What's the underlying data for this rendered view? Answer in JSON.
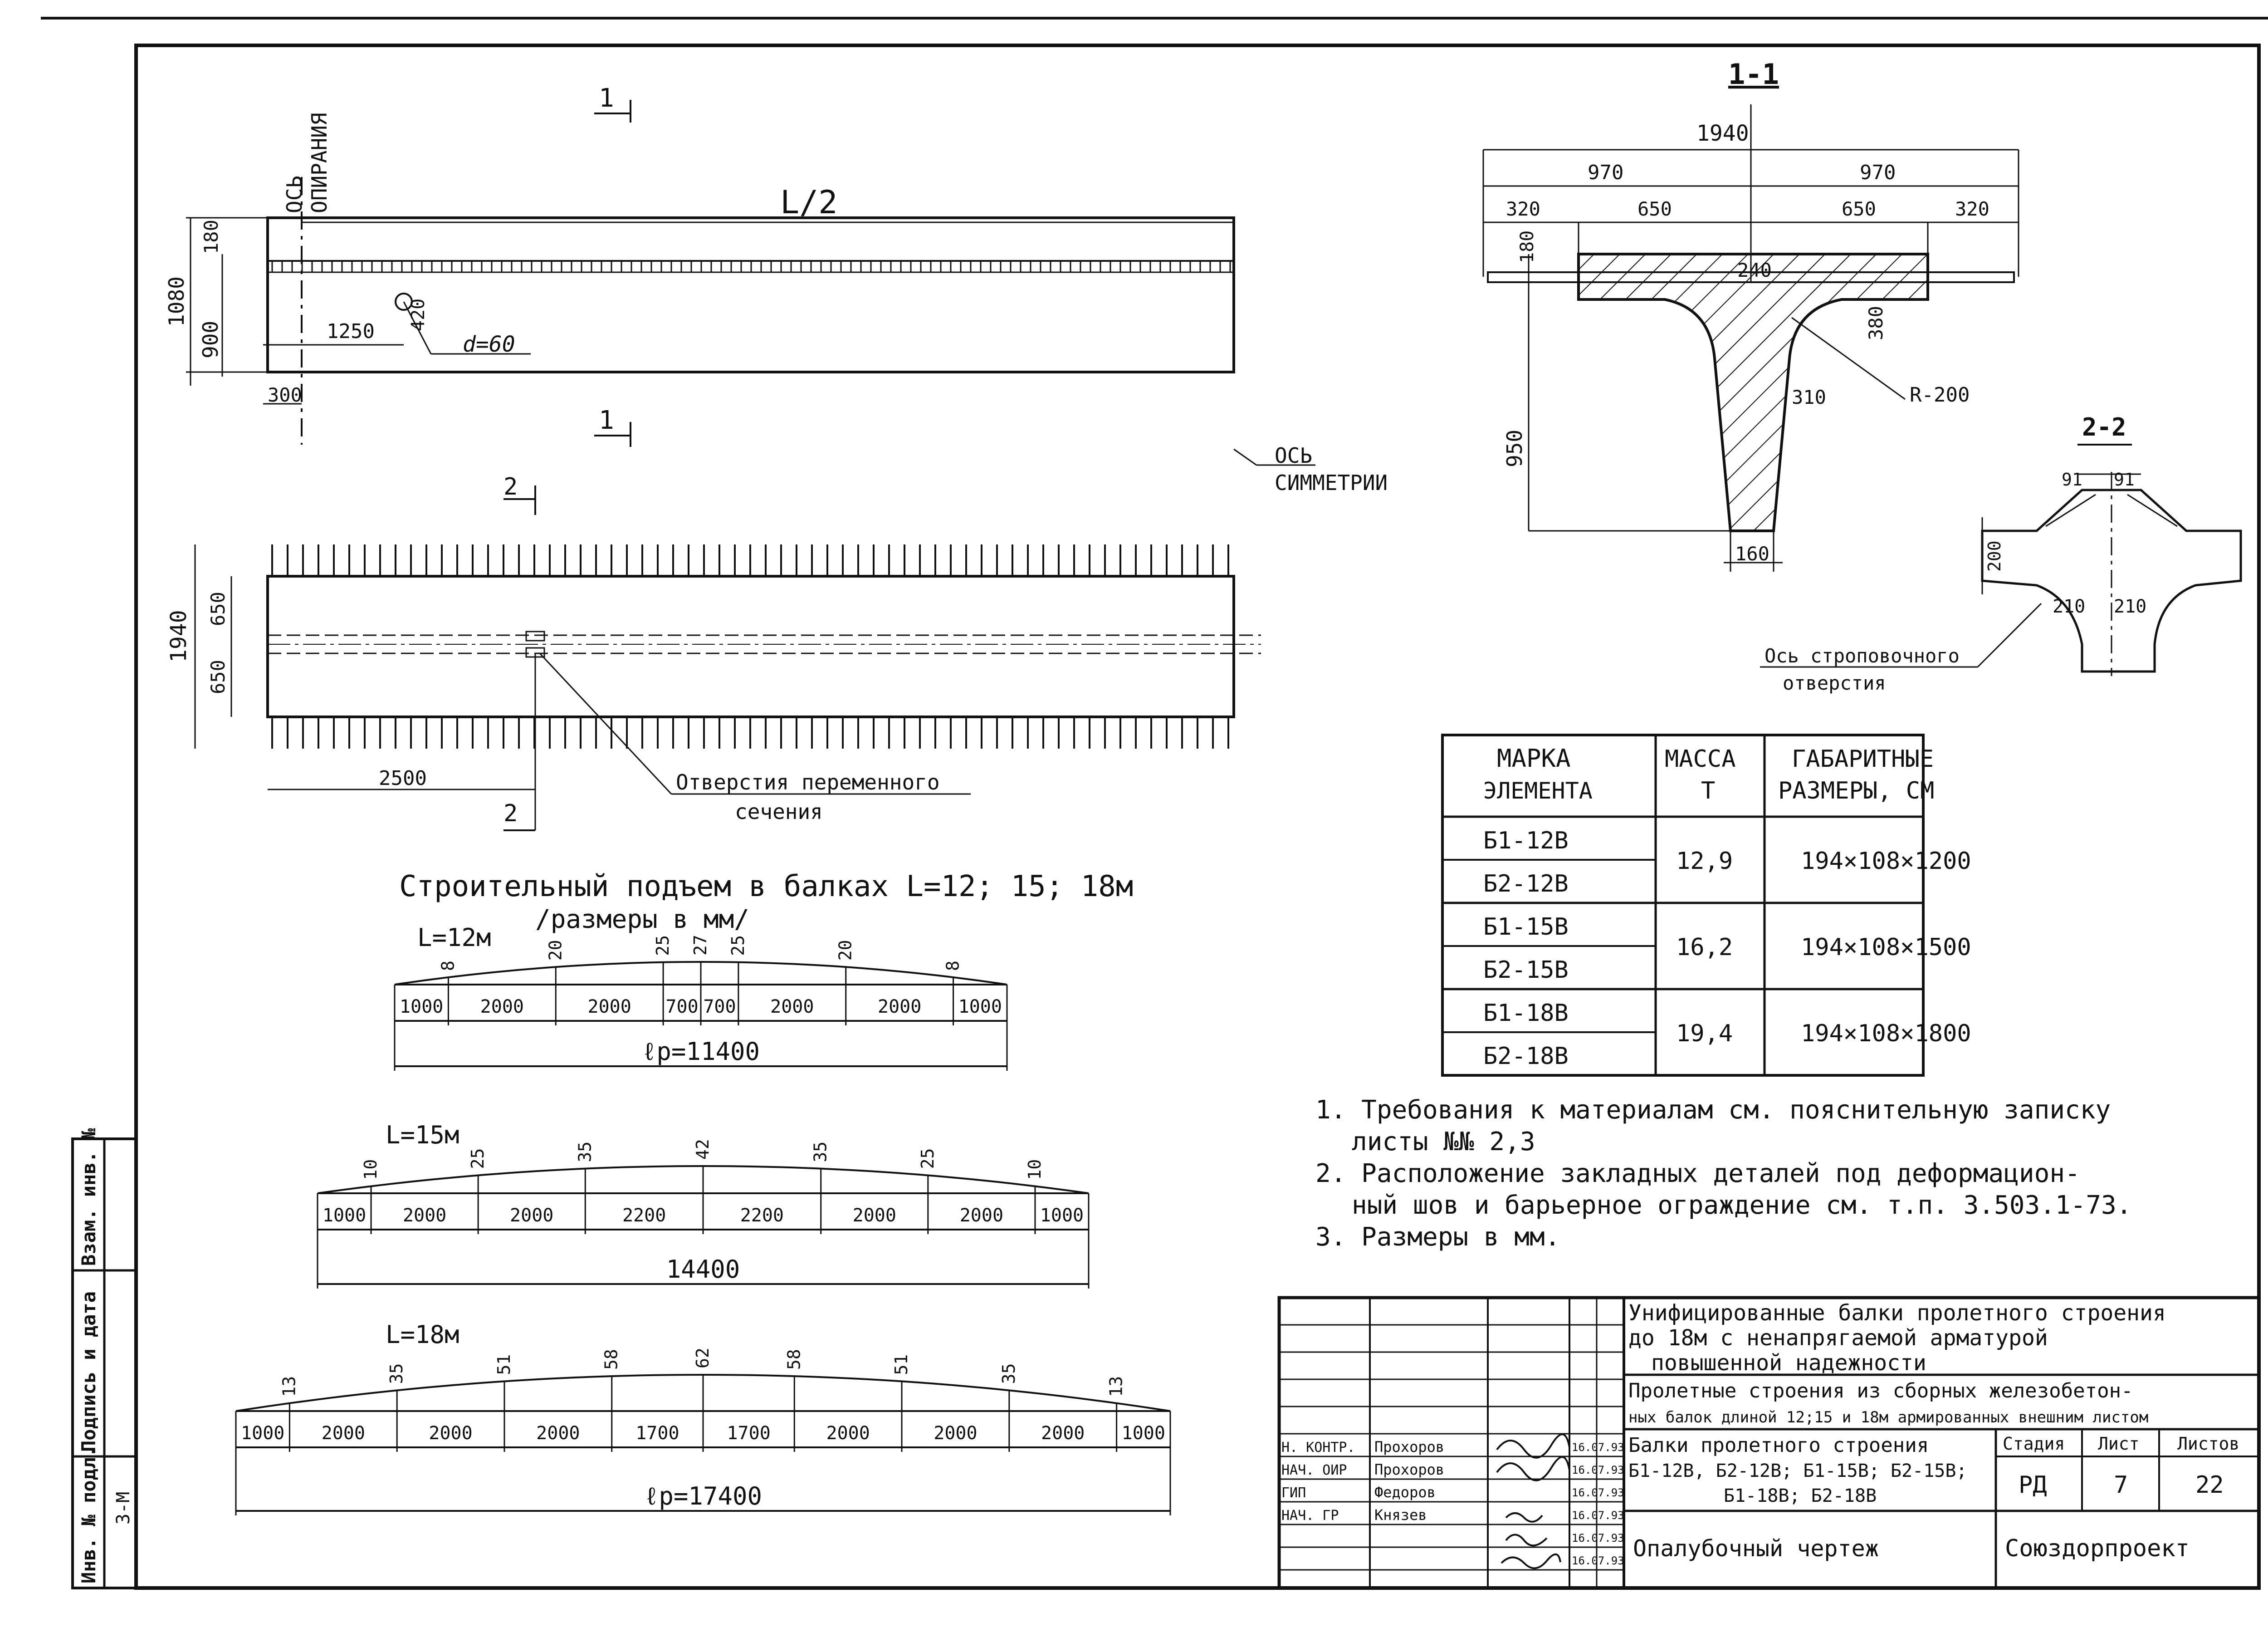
{
  "side_stamp": {
    "inv_podl": "Инв. № подл.",
    "podpis_data": "Подпись и дата",
    "vzam_inv": "Взам. инв. №",
    "stamp_num": "3-М"
  },
  "plan_view": {
    "os_opiraniya_1": "ОСЬ",
    "os_opiraniya_2": "ОПИРАНИЯ",
    "half_length": "L/2",
    "dim_180": "180",
    "dim_1080": "1080",
    "dim_900": "900",
    "dim_1250": "1250",
    "dim_420": "420",
    "dim_d60": "d=60",
    "dim_300": "300",
    "section_1_top": "1",
    "section_1_bottom": "1",
    "os_simmetrii_1": "ОСЬ",
    "os_simmetrii_2": "СИММЕТРИИ"
  },
  "top_view": {
    "section_2_top": "2",
    "section_2_bottom": "2",
    "dim_1940": "1940",
    "dim_650_a": "650",
    "dim_650_b": "650",
    "dim_2500": "2500",
    "hole_label_1": "Отверстия переменного",
    "hole_label_2": "сечения"
  },
  "section_1_1": {
    "title": "1-1",
    "dim_1940": "1940",
    "dim_970_a": "970",
    "dim_970_b": "970",
    "dim_320_a": "320",
    "dim_650_a": "650",
    "dim_650_b": "650",
    "dim_320_b": "320",
    "dim_180": "180",
    "dim_240": "240",
    "dim_380": "380",
    "dim_310": "310",
    "dim_R200": "R-200",
    "dim_950": "950",
    "dim_160": "160"
  },
  "section_2_2": {
    "title": "2-2",
    "dim_91_a": "91",
    "dim_91_b": "91",
    "dim_200": "200",
    "dim_210_a": "210",
    "dim_210_b": "210",
    "lifting_1": "Ось строповочного",
    "lifting_2": "отверстия"
  },
  "element_table": {
    "headers": [
      "МАРКА\nЭЛЕМЕНТА",
      "МАССА\nТ",
      "ГАБАРИТНЫЕ\nРАЗМЕРЫ, СМ"
    ],
    "header_lines": [
      [
        "МАРКА",
        "ЭЛЕМЕНТА"
      ],
      [
        "МАССА",
        "Т"
      ],
      [
        "ГАБАРИТНЫЕ",
        "РАЗМЕРЫ, СМ"
      ]
    ],
    "rows": [
      {
        "marks": [
          "Б1-12В",
          "Б2-12В"
        ],
        "mass": "12,9",
        "dims": "194×108×1200"
      },
      {
        "marks": [
          "Б1-15В",
          "Б2-15В"
        ],
        "mass": "16,2",
        "dims": "194×108×1500"
      },
      {
        "marks": [
          "Б1-18В",
          "Б2-18В"
        ],
        "mass": "19,4",
        "dims": "194×108×1800"
      }
    ]
  },
  "camber": {
    "title_1": "Строительный подъем в балках L=12; 15; 18м",
    "title_2": "/размеры в мм/",
    "l12": {
      "label": "L=12м",
      "values": [
        "8",
        "20",
        "25",
        "27",
        "25",
        "20",
        "8"
      ],
      "segments": [
        "1000",
        "2000",
        "2000",
        "700",
        "700",
        "2000",
        "2000",
        "1000"
      ],
      "total": "ℓр=11400"
    },
    "l15": {
      "label": "L=15м",
      "values": [
        "10",
        "25",
        "35",
        "42",
        "35",
        "25",
        "10"
      ],
      "segments": [
        "1000",
        "2000",
        "2000",
        "2200",
        "2200",
        "2000",
        "2000",
        "1000"
      ],
      "total": "14400"
    },
    "l18": {
      "label": "L=18м",
      "values": [
        "13",
        "35",
        "51",
        "58",
        "62",
        "58",
        "51",
        "35",
        "13"
      ],
      "segments": [
        "1000",
        "2000",
        "2000",
        "2000",
        "1700",
        "1700",
        "2000",
        "2000",
        "2000",
        "1000"
      ],
      "total": "ℓр=17400"
    }
  },
  "notes": [
    "1. Требования к материалам см. пояснительную записку",
    "листы №№ 2,3",
    "2. Расположение закладных деталей под деформацион-",
    "ный шов и барьерное ограждение см. т.п. 3.503.1-73.",
    "3. Размеры в мм."
  ],
  "title_block": {
    "project_lines": [
      "Унифицированные балки пролетного строения",
      "до 18м с ненапрягаемой арматурой",
      "повышенной надежности"
    ],
    "subtitle_lines": [
      "Пролетные строения из сборных железобетон-",
      "ных балок длиной 12;15 и 18м армированных внешним листом"
    ],
    "sheet_title_lines": [
      "Балки пролетного строения",
      "Б1-12В, Б2-12В; Б1-15В; Б2-15В;",
      "Б1-18В; Б2-18В"
    ],
    "stadiya_label": "Стадия",
    "list_label": "Лист",
    "listov_label": "Листов",
    "stadiya": "РД",
    "list": "7",
    "listov": "22",
    "drawing_name": "Опалубочный чертеж",
    "org": "Союздорпроект",
    "staff": [
      {
        "role": "Н. КОНТР.",
        "name": "Прохоров",
        "date": "16.07.93"
      },
      {
        "role": "НАЧ. ОИР",
        "name": "Прохоров",
        "date": "16.07.93"
      },
      {
        "role": "ГИП",
        "name": "Федоров",
        "date": "16.07.93"
      },
      {
        "role": "НАЧ. ГР",
        "name": "Князев",
        "date": "16.07.93"
      },
      {
        "role": "",
        "name": "",
        "date": "16.07.93"
      },
      {
        "role": "",
        "name": "",
        "date": "16.07.93"
      }
    ]
  }
}
